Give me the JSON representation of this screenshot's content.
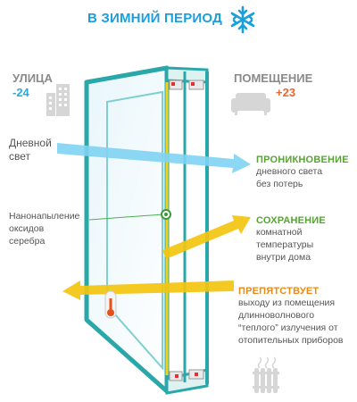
{
  "title": "В ЗИМНИЙ ПЕРИОД",
  "outside": {
    "label": "УЛИЦА",
    "temp": "-24"
  },
  "inside": {
    "label": "ПОМЕЩЕНИЕ",
    "temp": "+23"
  },
  "left_labels": {
    "daylight_line1": "Дневной",
    "daylight_line2": "свет",
    "coating_line1": "Нанонапыление",
    "coating_line2": "оксидов",
    "coating_line3": "серебра"
  },
  "right_blocks": [
    {
      "heading": "ПРОНИКНОВЕНИЕ",
      "lines": [
        "дневного света",
        "без потерь"
      ],
      "color": "#55a630"
    },
    {
      "heading": "СОХРАНЕНИЕ",
      "lines": [
        "комнатной",
        "температуры",
        "внутри дома"
      ],
      "color": "#55a630"
    },
    {
      "heading": "ПРЕПЯТСТВУЕТ",
      "lines": [
        "выходу из помещения",
        "длинноволнового",
        "“теплого” излучения от",
        "отопительных приборов"
      ],
      "color": "#e98a12"
    }
  ],
  "colors": {
    "title_blue": "#1a9fdc",
    "outside_temp": "#29a8e0",
    "inside_temp": "#f0642a",
    "frame": "#2aa7a9",
    "light_ray": "#7fd3f2",
    "heat_ray": "#f2b705",
    "green": "#55a630",
    "orange": "#e98a12"
  },
  "icons": [
    "snowflake-icon",
    "building-icon",
    "sofa-icon",
    "radiator-icon"
  ]
}
